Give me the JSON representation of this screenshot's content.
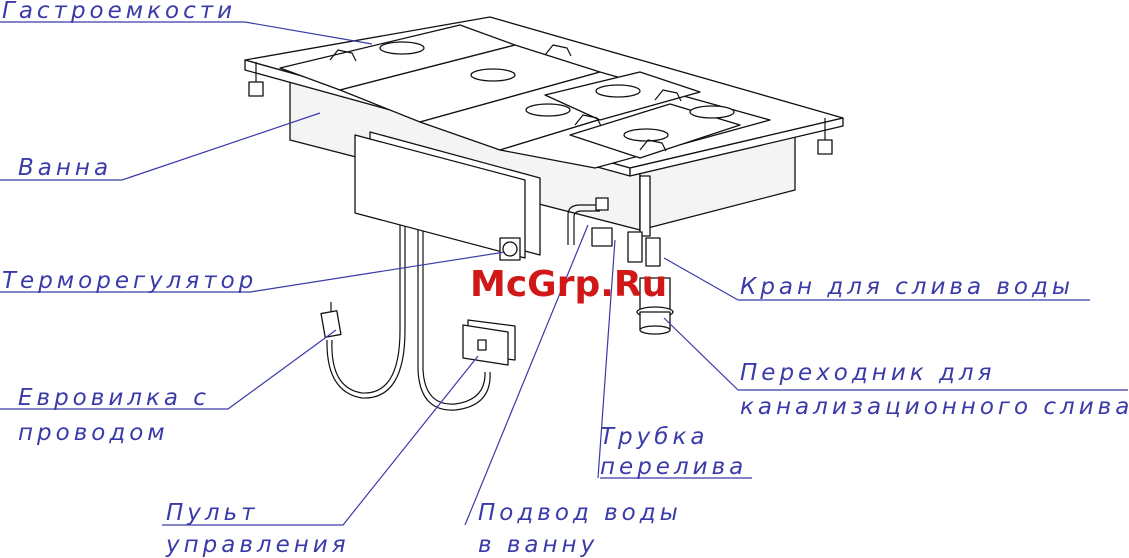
{
  "labels": {
    "gastroemkosti": "Гастроемкости",
    "vanna": "Ванна",
    "termoregulyator": "Терморегулятор",
    "evrovilka_line1": "Евровилка с",
    "evrovilka_line2": "проводом",
    "pult_line1": "Пульт",
    "pult_line2": "управления",
    "podvod_line1": "Подвод воды",
    "podvod_line2": "в ванну",
    "trubka_line1": "Трубка",
    "trubka_line2": "перелива",
    "kran": "Кран для слива воды",
    "perehodnik_line1": "Переходник для",
    "perehodnik_line2": "канализационного слива"
  },
  "watermark": "McGrp.Ru",
  "colors": {
    "label": "#3a3aa8",
    "drawing": "#111111",
    "watermark": "#d01818"
  }
}
